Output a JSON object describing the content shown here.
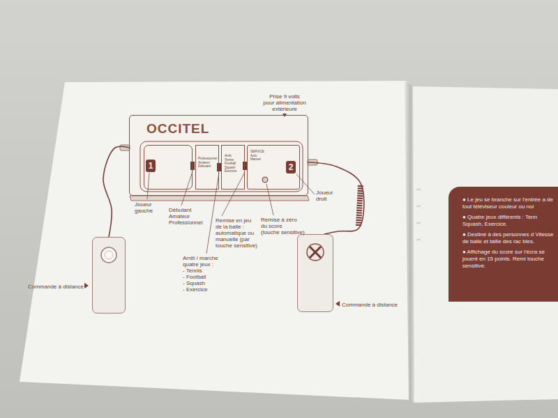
{
  "diagram": {
    "nodes": [
      {
        "text": [
          "OCCITEL"
        ]
      },
      {
        "text": [
          "1"
        ],
        "in": 0
      },
      {
        "text": [
          "Professionnel Amateur Débutant"
        ],
        "in": 0
      },
      {
        "text": [
          "Arrêt Tennis Football Squash Exercice"
        ],
        "in": 0
      },
      {
        "text": [
          "SERVICE Auto Manuel",
          "2"
        ],
        "in": 0
      },
      {
        "text": [
          "Commande à distance"
        ]
      },
      {
        "text": [
          "Commande à distance"
        ]
      },
      {
        "text": [
          "● Le jeu se branche sur l'entrée a de tout téléviseur couleur ou noi",
          "● Quatre jeux différents : Tenn Squash, Exercice.",
          "● Destiné à des personnes d Vitesse de balle et taille des rac bles.",
          "● Affichage du score sur l'écra se jouent en 15 points. Remi touche sensitive."
        ]
      }
    ],
    "edges": [
      {
        "from": 0,
        "to": 5,
        "arrow": "none"
      },
      {
        "from": 0,
        "to": 6,
        "arrow": "none"
      }
    ],
    "labels": [
      "Prise 9 volts pour alimentation extérieure",
      "Joueur gauche",
      "Débutant Amateur Professionnel",
      "Remise en jeu de la balle : automatique ou manuelle (par touche sensitive)",
      "Remise à zéro du score (touche sensitive)",
      "Joueur droit",
      "Arrêt / marche quatre jeux : - Tennis - Football - Squash - Exercice"
    ]
  }
}
